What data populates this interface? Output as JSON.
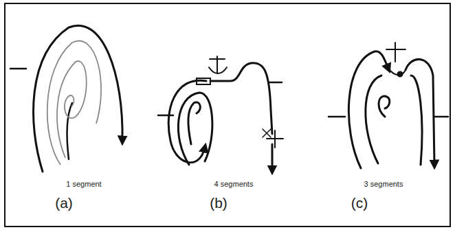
{
  "diagram": {
    "labels": [
      "1 segment",
      "(a)",
      "4 segments",
      "(b)",
      "3 segments",
      "(c)"
    ]
  }
}
